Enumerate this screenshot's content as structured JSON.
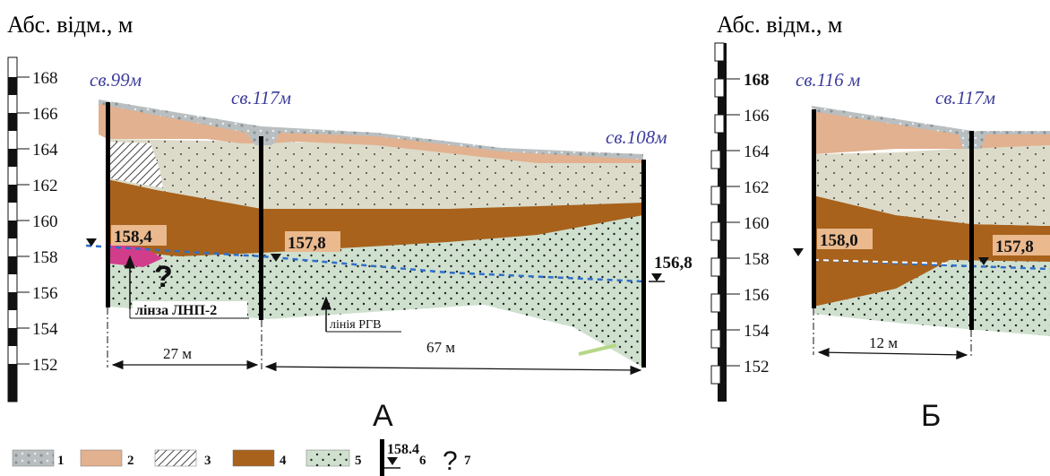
{
  "panel_a": {
    "axis_title": "Абс. відм., м",
    "ticks": [
      "168",
      "166",
      "164",
      "162",
      "160",
      "158",
      "156",
      "154",
      "152"
    ],
    "wells": [
      "св.99м",
      "св.117м",
      "св.108м"
    ],
    "water_levels": [
      "158,4",
      "157,8",
      "156,8"
    ],
    "annotations": {
      "lens": "лінза ЛНП-2",
      "line": "лінія РГВ",
      "question": "?"
    },
    "distances": [
      "27 м",
      "67 м"
    ],
    "panel_letter": "А"
  },
  "panel_b": {
    "axis_title": "Абс. відм., м",
    "ticks": [
      "168",
      "166",
      "164",
      "162",
      "160",
      "158",
      "156",
      "154",
      "152"
    ],
    "wells": [
      "св.116 м",
      "св.117м"
    ],
    "water_levels": [
      "158,0",
      "157,8"
    ],
    "distances": [
      "12 м"
    ],
    "panel_letter": "Б"
  },
  "legend": [
    {
      "num": "1",
      "layer": "fill-1"
    },
    {
      "num": "2",
      "layer": "fill-2"
    },
    {
      "num": "3",
      "layer": "fill-3"
    },
    {
      "num": "4",
      "layer": "fill-4"
    },
    {
      "num": "5",
      "layer": "fill-5"
    },
    {
      "num": "6",
      "sample": "158.4"
    },
    {
      "num": "7",
      "sample": "?"
    }
  ],
  "colors": {
    "layer1": "#b9bfc1",
    "layer2": "#e2b18f",
    "layer3_hatch": "#555555",
    "layer4": "#a8621c",
    "layer5": "#cfe0cf",
    "layer_sand_light": "#dcdbc9",
    "lens": "#d13d8a",
    "water_line": "#2e6fc9",
    "well_label": "#3d3d9c",
    "level_box": "#eab98e"
  }
}
